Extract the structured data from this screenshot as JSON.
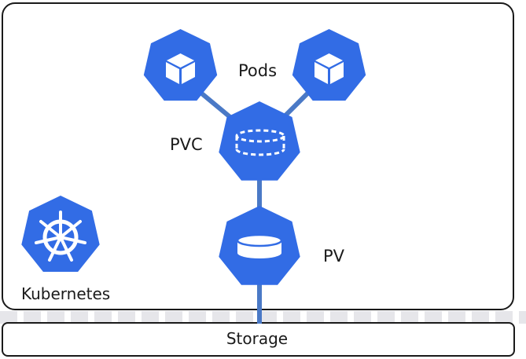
{
  "labels": {
    "pods": "Pods",
    "pvc": "PVC",
    "pv": "PV",
    "kubernetes": "Kubernetes",
    "storage": "Storage"
  },
  "icons": {
    "pod_left": "cube-icon",
    "pod_right": "cube-icon",
    "pvc": "dashed-disk-icon",
    "pv": "disk-icon",
    "kubernetes": "helm-wheel-icon"
  },
  "colors": {
    "node_fill": "#326ce5",
    "connector": "#4a79c6",
    "cluster_border": "#1a1a1a",
    "storage_stripe": "#e6e6ea"
  }
}
